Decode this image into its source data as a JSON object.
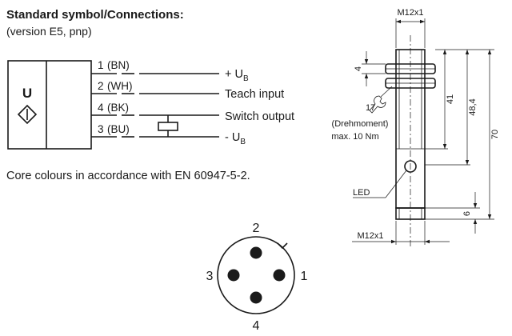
{
  "schematic": {
    "title": "Standard symbol/Connections:",
    "subtitle": "(version E5, pnp)",
    "sensor_letter": "U",
    "wires": [
      {
        "num": "1",
        "color": "(BN)",
        "label": "+ U",
        "label_sub": "B"
      },
      {
        "num": "2",
        "color": "(WH)",
        "label": "Teach input",
        "label_sub": ""
      },
      {
        "num": "4",
        "color": "(BK)",
        "label": "Switch output",
        "label_sub": ""
      },
      {
        "num": "3",
        "color": "(BU)",
        "label": "- U",
        "label_sub": "B"
      }
    ],
    "note": "Core colours in accordance with EN 60947-5-2."
  },
  "connector": {
    "pins": [
      "2",
      "3",
      "1",
      "4"
    ]
  },
  "dimensions": {
    "thread_top": "M12x1",
    "thread_bottom": "M12x1",
    "nut_height": "4",
    "body_length": "41",
    "thread_length": "48,4",
    "total_length": "70",
    "connector_length": "6",
    "torque_value": "17",
    "torque_label": "(Drehmoment)",
    "torque_max": "max. 10 Nm",
    "led_label": "LED"
  }
}
